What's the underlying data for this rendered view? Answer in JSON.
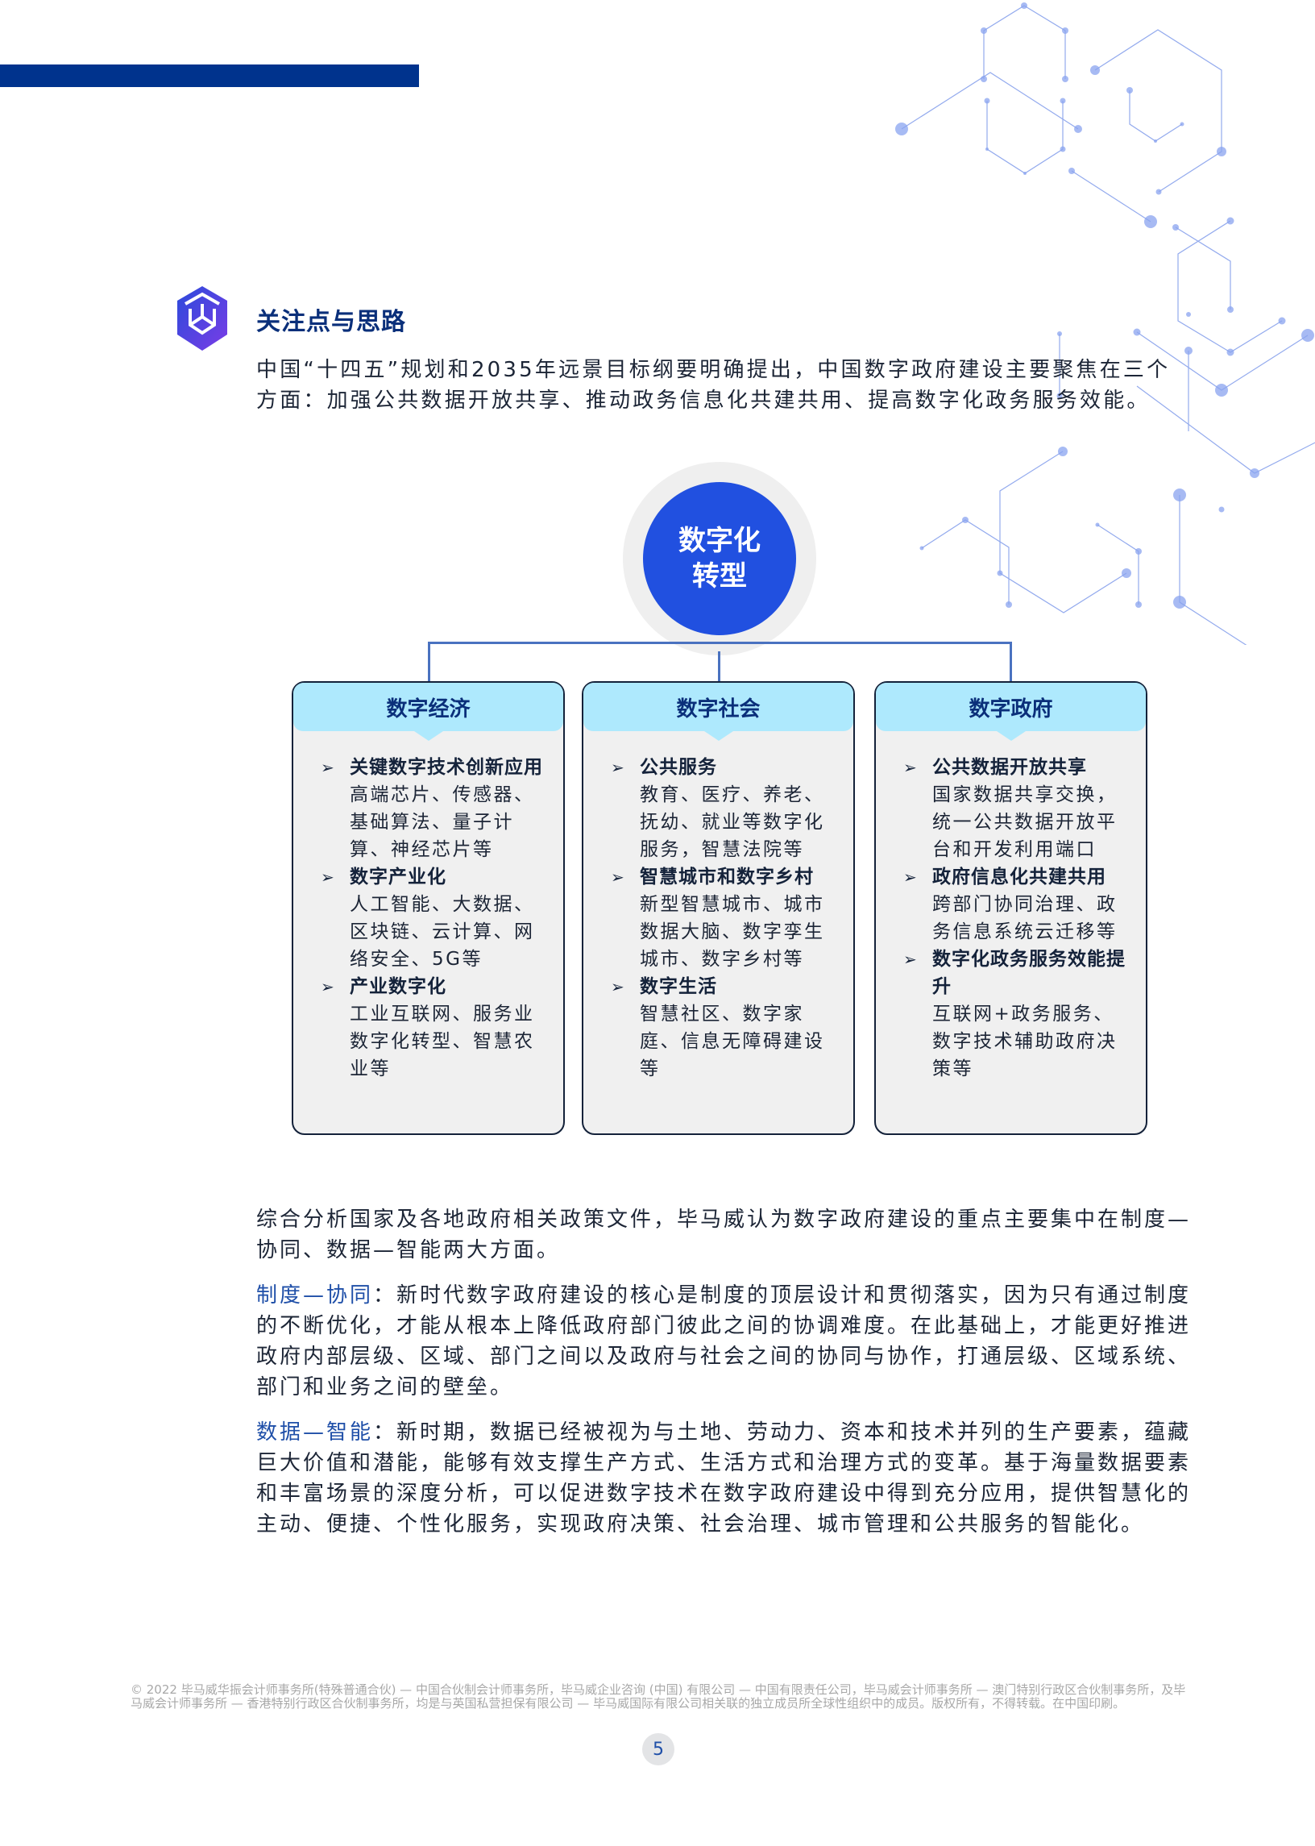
{
  "header": {
    "bar_color": "#00338D"
  },
  "section": {
    "icon": "hexagon-cube-icon",
    "title": "关注点与思路",
    "intro": "中国“十四五”规划和2035年远景目标纲要明确提出，中国数字政府建设主要聚焦在三个方面：加强公共数据开放共享、推动政务信息化共建共用、提高数字化政务服务效能。"
  },
  "diagram": {
    "hub": {
      "line1": "数字化",
      "line2": "转型",
      "color": "#2150E0"
    },
    "cards": [
      {
        "title": "数字经济",
        "items": [
          {
            "title": "关键数字技术创新应用",
            "desc": "高端芯片、传感器、基础算法、量子计算、神经芯片等"
          },
          {
            "title": "数字产业化",
            "desc": "人工智能、大数据、区块链、云计算、网络安全、5G等"
          },
          {
            "title": "产业数字化",
            "desc": "工业互联网、服务业数字化转型、智慧农业等"
          }
        ]
      },
      {
        "title": "数字社会",
        "items": [
          {
            "title": "公共服务",
            "desc": "教育、医疗、养老、抚幼、就业等数字化服务，智慧法院等"
          },
          {
            "title": "智慧城市和数字乡村",
            "desc": "新型智慧城市、城市数据大脑、数字孪生城市、数字乡村等"
          },
          {
            "title": "数字生活",
            "desc": "智慧社区、数字家庭、信息无障碍建设等"
          }
        ]
      },
      {
        "title": "数字政府",
        "items": [
          {
            "title": "公共数据开放共享",
            "desc": "国家数据共享交换，统一公共数据开放平台和开发利用端口"
          },
          {
            "title": "政府信息化共建共用",
            "desc": "跨部门协同治理、政务信息系统云迁移等"
          },
          {
            "title": "数字化政务服务效能提升",
            "desc": "互联网+政务服务、数字技术辅助政府决策等"
          }
        ]
      }
    ],
    "bullet_glyph": "➢"
  },
  "body": {
    "p1": "综合分析国家及各地政府相关政策文件，毕马威认为数字政府建设的重点主要集中在制度—协同、数据—智能两大方面。",
    "p2_label": "制度—协同",
    "p2_text": "：新时代数字政府建设的核心是制度的顶层设计和贯彻落实，因为只有通过制度的不断优化，才能从根本上降低政府部门彼此之间的协调难度。在此基础上，才能更好推进政府内部层级、区域、部门之间以及政府与社会之间的协同与协作，打通层级、区域系统、部门和业务之间的壁垒。",
    "p3_label": "数据—智能",
    "p3_text": "：新时期，数据已经被视为与土地、劳动力、资本和技术并列的生产要素，蕴藏巨大价值和潜能，能够有效支撑生产方式、生活方式和治理方式的变革。基于海量数据要素和丰富场景的深度分析，可以促进数字技术在数字政府建设中得到充分应用，提供智慧化的主动、便捷、个性化服务，实现政府决策、社会治理、城市管理和公共服务的智能化。"
  },
  "footer": {
    "legal": "© 2022 毕马威华振会计师事务所(特殊普通合伙) — 中国合伙制会计师事务所，毕马威企业咨询 (中国) 有限公司 — 中国有限责任公司，毕马威会计师事务所 — 澳门特别行政区合伙制事务所，及毕马威会计师事务所 — 香港特别行政区合伙制事务所，均是与英国私营担保有限公司 — 毕马威国际有限公司相关联的独立成员所全球性组织中的成员。版权所有，不得转载。在中国印刷。",
    "page_number": "5"
  }
}
